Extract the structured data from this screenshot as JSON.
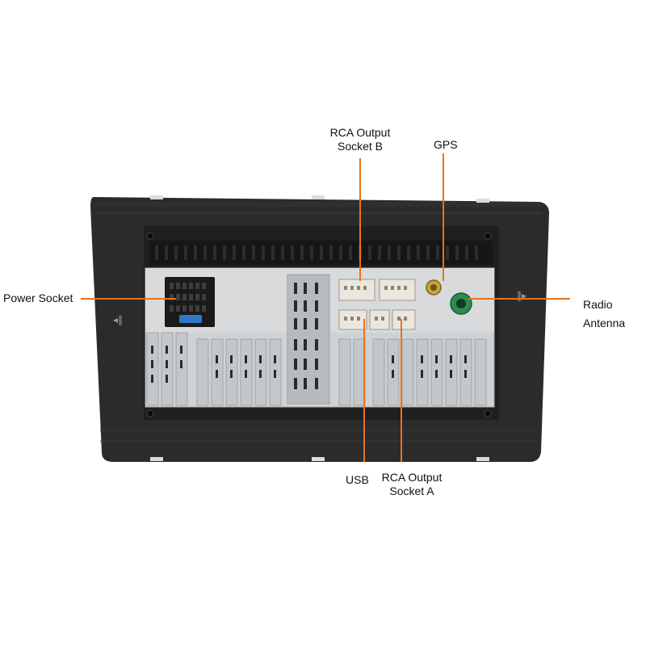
{
  "labels": {
    "rca_b_line1": "RCA Output",
    "rca_b_line2": "Socket B",
    "gps": "GPS",
    "power_socket": "Power Socket",
    "radio_line1": "Radio",
    "radio_line2": "Antenna",
    "usb": "USB",
    "rca_a_line1": "RCA Output",
    "rca_a_line2": "Socket A"
  },
  "colors": {
    "callout_line": "#e8731c",
    "bezel": "#2b2b2b",
    "chassis": "#cfd2d4",
    "connector": "#ece7dc",
    "harness_socket": "#1a1a1a",
    "radio_connector": "#2f8a4e",
    "gps_connector": "#c9a33a",
    "fuse": "#2f78c9"
  }
}
